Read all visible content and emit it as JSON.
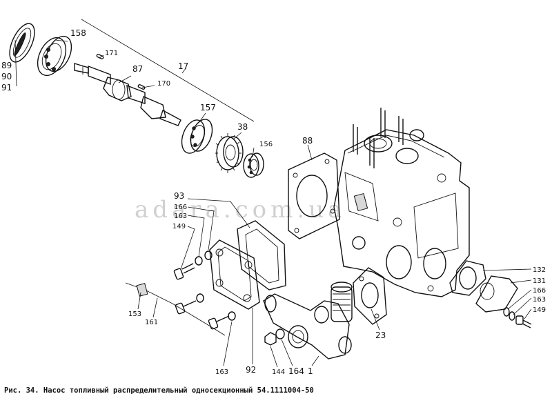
{
  "watermark": "adara.com.ua",
  "caption": "Рис. 34.  Насос топливный распределительный односекционный 54.1111004-50",
  "callouts": {
    "c89": "89",
    "c90": "90",
    "c91": "91",
    "c158": "158",
    "c171": "171",
    "c87": "87",
    "c17": "17",
    "c170": "170",
    "c157": "157",
    "c38": "38",
    "c156": "156",
    "c88": "88",
    "c93": "93",
    "c166a": "166",
    "c163a": "163",
    "c149a": "149",
    "c153": "153",
    "c161": "161",
    "c163b": "163",
    "c92": "92",
    "c144": "144",
    "c164": "164",
    "c1": "1",
    "c23": "23",
    "c132": "132",
    "c131": "131",
    "c166b": "166",
    "c163c": "163",
    "c149b": "149"
  }
}
